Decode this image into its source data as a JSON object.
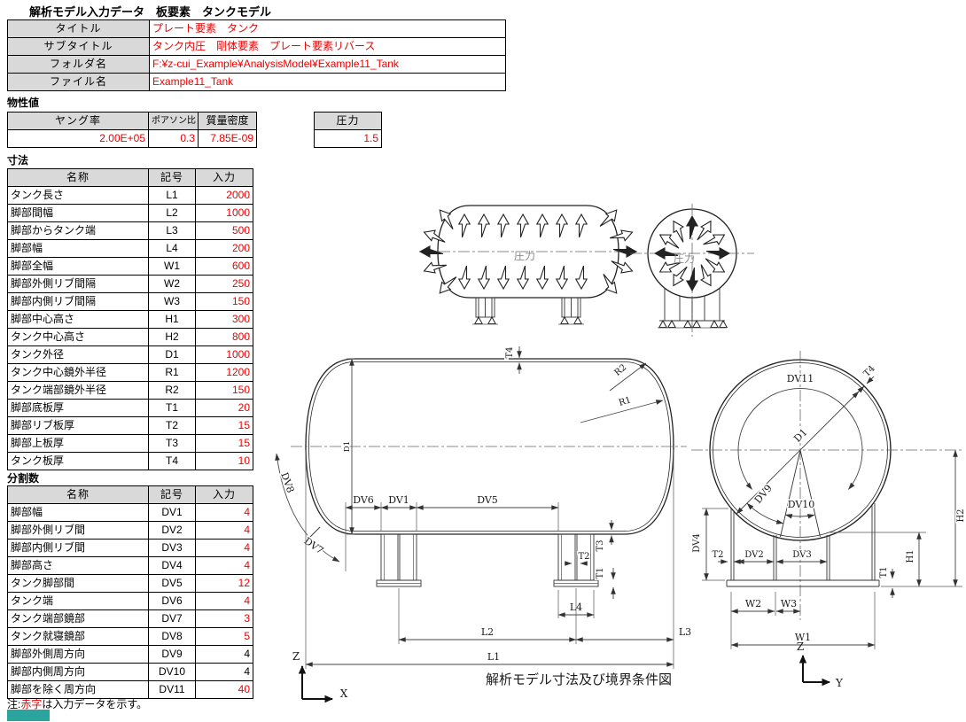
{
  "page": {
    "title": "解析モデル入力データ　板要素　タンクモデル",
    "note": {
      "prefix": "注:",
      "red": "赤字",
      "suffix": "は入力データを示す。"
    }
  },
  "header_table": {
    "rows": [
      {
        "label": "タイトル",
        "value": "プレート要素　タンク"
      },
      {
        "label": "サブタイトル",
        "value": "タンク内圧　剛体要素　プレート要素リバース"
      },
      {
        "label": "フォルダ名",
        "value": "F:¥z-cui_Example¥AnalysisModel¥Example11_Tank"
      },
      {
        "label": "ファイル名",
        "value": "Example11_Tank"
      }
    ]
  },
  "material": {
    "section": "物性値",
    "columns": [
      "ヤング率",
      "ポアソン比",
      "質量密度"
    ],
    "values": [
      "2.00E+05",
      "0.3",
      "7.85E-09"
    ],
    "pressure": {
      "label": "圧力",
      "value": "1.5"
    }
  },
  "dimensions": {
    "section": "寸法",
    "columns": [
      "名称",
      "記号",
      "入力"
    ],
    "rows": [
      {
        "name": "タンク長さ",
        "symbol": "L1",
        "value": "2000"
      },
      {
        "name": "脚部間幅",
        "symbol": "L2",
        "value": "1000"
      },
      {
        "name": "脚部からタンク端",
        "symbol": "L3",
        "value": "500"
      },
      {
        "name": "脚部幅",
        "symbol": "L4",
        "value": "200"
      },
      {
        "name": "脚部全幅",
        "symbol": "W1",
        "value": "600"
      },
      {
        "name": "脚部外側リブ間隔",
        "symbol": "W2",
        "value": "250"
      },
      {
        "name": "脚部内側リブ間隔",
        "symbol": "W3",
        "value": "150"
      },
      {
        "name": "脚部中心高さ",
        "symbol": "H1",
        "value": "300"
      },
      {
        "name": "タンク中心高さ",
        "symbol": "H2",
        "value": "800"
      },
      {
        "name": "タンク外径",
        "symbol": "D1",
        "value": "1000"
      },
      {
        "name": "タンク中心鏡外半径",
        "symbol": "R1",
        "value": "1200"
      },
      {
        "name": "タンク端部鏡外半径",
        "symbol": "R2",
        "value": "150"
      },
      {
        "name": "脚部底板厚",
        "symbol": "T1",
        "value": "20"
      },
      {
        "name": "脚部リブ板厚",
        "symbol": "T2",
        "value": "15"
      },
      {
        "name": "脚部上板厚",
        "symbol": "T3",
        "value": "15"
      },
      {
        "name": "タンク板厚",
        "symbol": "T4",
        "value": "10"
      }
    ]
  },
  "divisions": {
    "section": "分割数",
    "columns": [
      "名称",
      "記号",
      "入力"
    ],
    "rows": [
      {
        "name": "脚部幅",
        "symbol": "DV1",
        "value": "4"
      },
      {
        "name": "脚部外側リブ間",
        "symbol": "DV2",
        "value": "4"
      },
      {
        "name": "脚部内側リブ間",
        "symbol": "DV3",
        "value": "4"
      },
      {
        "name": "脚部高さ",
        "symbol": "DV4",
        "value": "4"
      },
      {
        "name": "タンク脚部間",
        "symbol": "DV5",
        "value": "12"
      },
      {
        "name": "タンク端",
        "symbol": "DV6",
        "value": "4"
      },
      {
        "name": "タンク端部鏡部",
        "symbol": "DV7",
        "value": "3"
      },
      {
        "name": "タンク就寝鏡部",
        "symbol": "DV8",
        "value": "5"
      },
      {
        "name": "脚部外側周方向",
        "symbol": "DV9",
        "value": "4",
        "black": true
      },
      {
        "name": "脚部内側周方向",
        "symbol": "DV10",
        "value": "4",
        "black": true
      },
      {
        "name": "脚部を除く周方向",
        "symbol": "DV11",
        "value": "40"
      }
    ]
  },
  "drawing": {
    "pressure_label": "圧力",
    "caption": "解析モデル寸法及び境界条件図",
    "axes": {
      "z": "Z",
      "x": "X",
      "y": "Y"
    },
    "labels": {
      "L1": "L1",
      "L2": "L2",
      "L3": "L3",
      "L4": "L4",
      "W1": "W1",
      "W2": "W2",
      "W3": "W3",
      "H1": "H1",
      "H2": "H2",
      "D1": "D1",
      "R1": "R1",
      "R2": "R2",
      "T1": "T1",
      "T2": "T2",
      "T3": "T3",
      "T4": "T4",
      "DV1": "DV1",
      "DV2": "DV2",
      "DV3": "DV3",
      "DV4": "DV4",
      "DV5": "DV5",
      "DV6": "DV6",
      "DV7": "DV7",
      "DV8": "DV8",
      "DV9": "DV9",
      "DV10": "DV10",
      "DV11": "DV11"
    }
  },
  "colors": {
    "value_red": "#f00000",
    "header_bg": "#d9d9d9",
    "tab_teal": "#2aa49c"
  }
}
